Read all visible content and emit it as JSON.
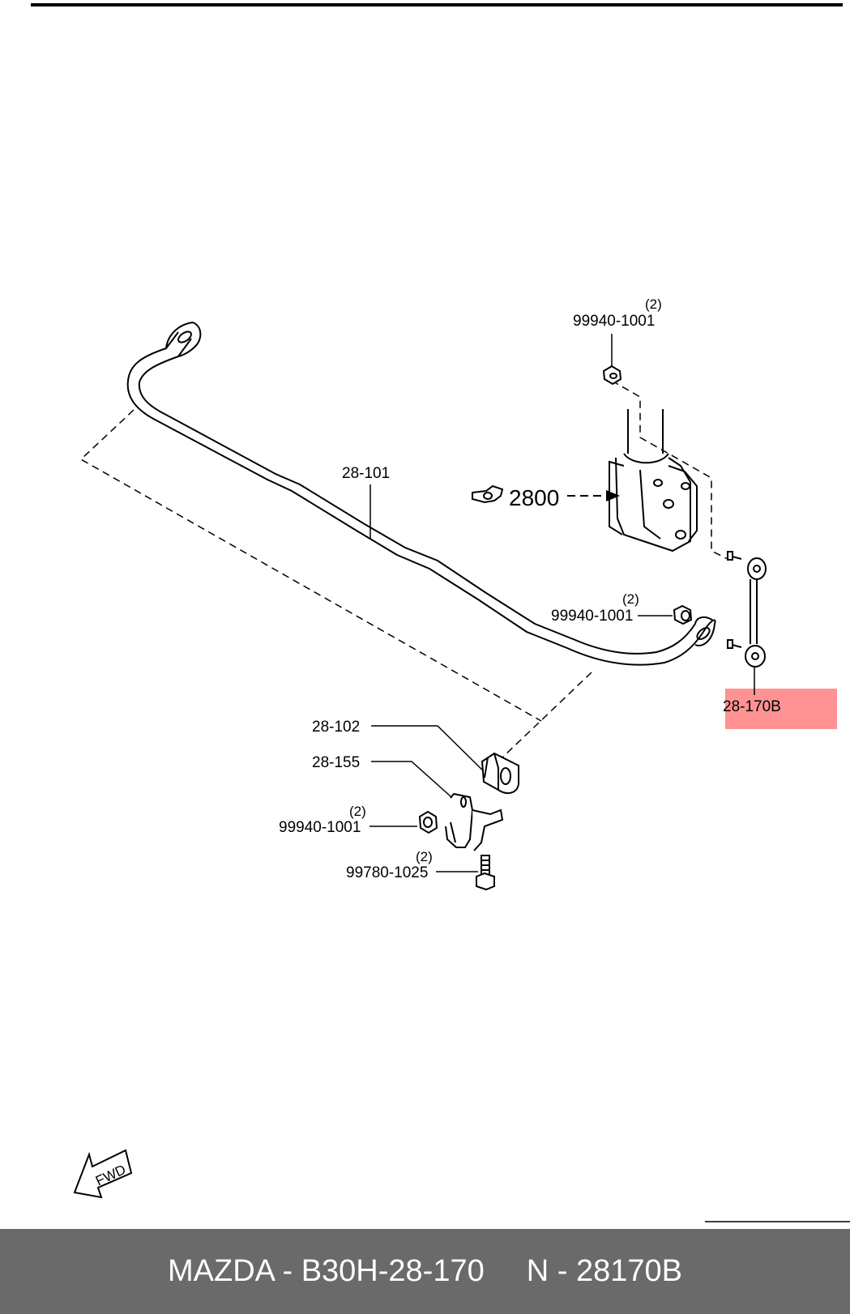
{
  "callouts": {
    "top_nut": {
      "part": "99940-1001",
      "qty": "(2)"
    },
    "assembly_ref": {
      "part": "2800"
    },
    "stabilizer_bar": {
      "part": "28-101"
    },
    "bar_end_nut": {
      "part": "99940-1001",
      "qty": "(2)"
    },
    "link": {
      "part": "28-170B"
    },
    "bushing": {
      "part": "28-102"
    },
    "bracket": {
      "part": "28-155"
    },
    "bracket_nut": {
      "part": "99940-1001",
      "qty": "(2)"
    },
    "bracket_bolt": {
      "part": "99780-1025",
      "qty": "(2)"
    }
  },
  "fwd_label": "FWD",
  "footer": {
    "left_text": "MAZDA - B30H-28-170",
    "right_text": "N - 28170B"
  },
  "colors": {
    "highlight": "#ff8a8a",
    "footer_bg": "#6a6a6a",
    "footer_text": "#ffffff"
  }
}
